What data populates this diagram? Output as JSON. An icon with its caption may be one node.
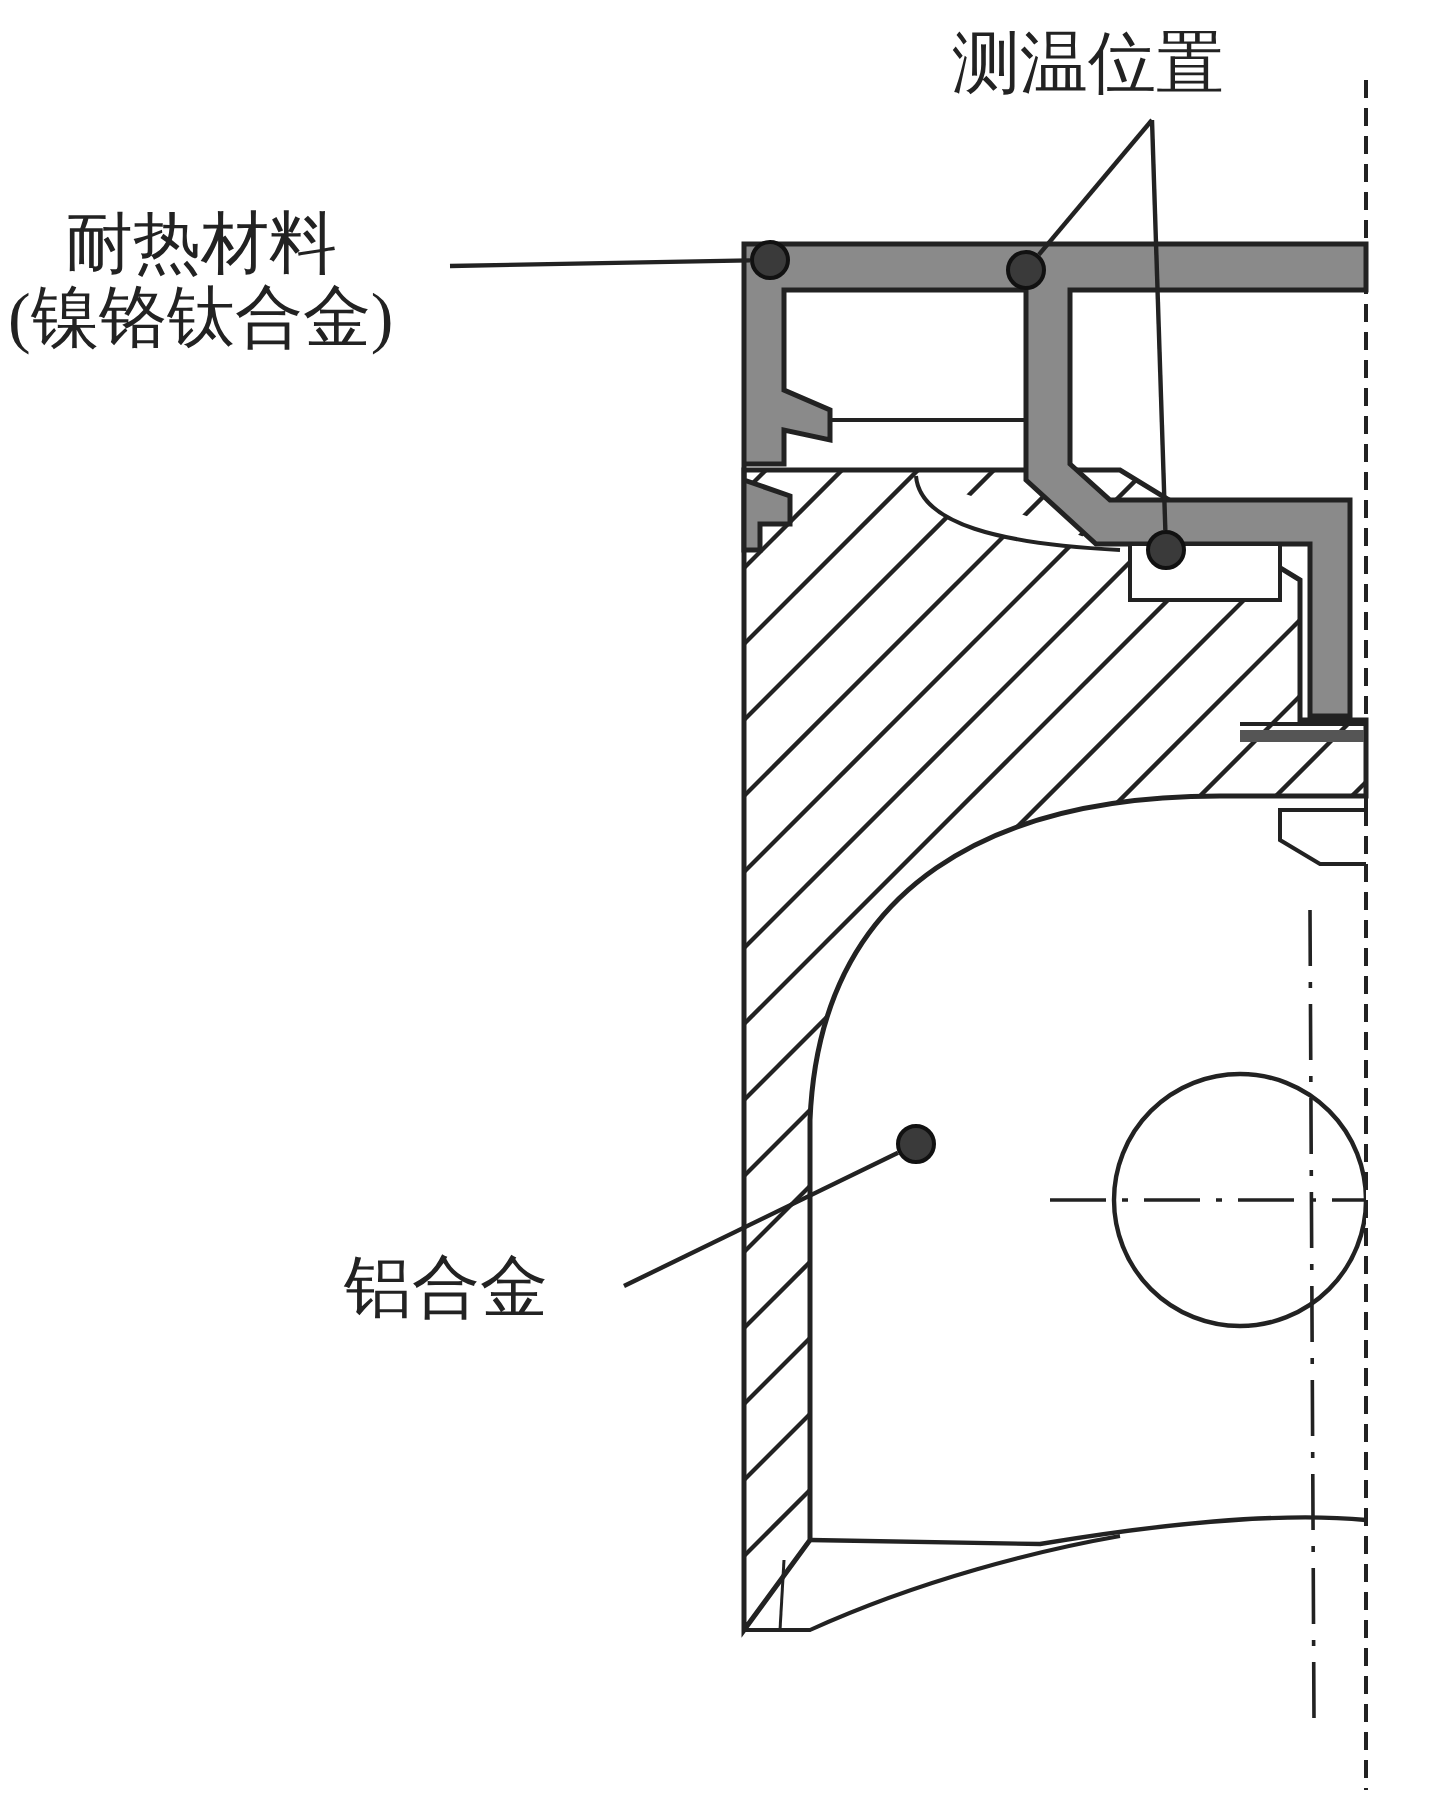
{
  "diagram": {
    "nodes": [
      {
        "text": [
          "测温位置"
        ]
      },
      {
        "text": [
          "耐热材料",
          "(镍铬钛合金)"
        ]
      },
      {
        "text": [
          "铝合金"
        ]
      },
      {
        "text": [],
        "shape": "circle"
      },
      {
        "text": [],
        "shape": "circle"
      },
      {
        "text": [],
        "shape": "circle"
      },
      {
        "text": [],
        "shape": "circle"
      }
    ],
    "edges": [
      {
        "from": 1,
        "to": 3,
        "arrow": "none"
      },
      {
        "from": 0,
        "to": 4,
        "arrow": "none"
      },
      {
        "from": 0,
        "to": 5,
        "arrow": "none"
      },
      {
        "from": 2,
        "to": 6,
        "arrow": "none"
      }
    ]
  }
}
